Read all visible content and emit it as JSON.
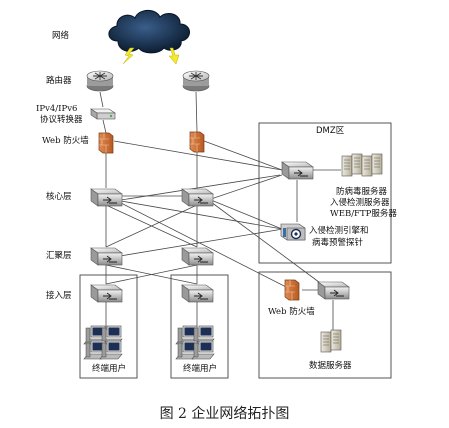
{
  "layers": {
    "network": "网络",
    "router": "路由器",
    "converter_line1": "IPv4/IPv6",
    "converter_line2": "协议转换器",
    "web_firewall": "Web 防火墙",
    "core": "核心层",
    "aggregation": "汇聚层",
    "access": "接入层"
  },
  "dmz": {
    "title": "DMZ区",
    "servers_line1": "防病毒服务器",
    "servers_line2": "入侵检测服务器",
    "servers_line3": "WEB/FTP服务器",
    "ids_line1": "入侵检测引擎和",
    "ids_line2": "病毒预警探针"
  },
  "data_zone": {
    "firewall": "Web 防火墙",
    "db_server": "数据服务器"
  },
  "users": {
    "left": "终端用户",
    "right": "终端用户"
  },
  "caption": "图 2  企业网络拓扑图"
}
